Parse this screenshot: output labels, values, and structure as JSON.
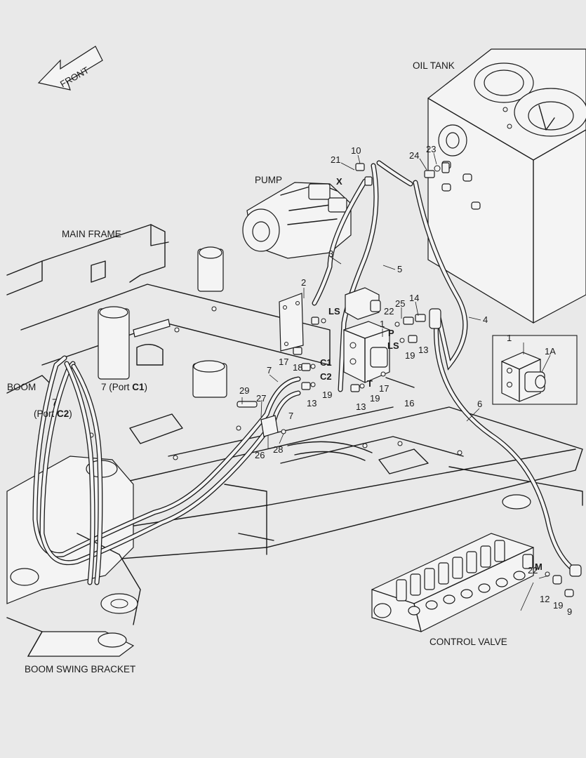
{
  "labels": {
    "front": "FRONT",
    "oil_tank": "OIL TANK",
    "pump": "PUMP",
    "main_frame": "MAIN FRAME",
    "boom": "BOOM",
    "boom_swing_bracket": "BOOM SWING BRACKET",
    "control_valve": "CONTROL VALVE",
    "port_c1_prefix": "7 (Port ",
    "port_c1_bold": "C1",
    "port_c1_suffix": ")",
    "port_c2_num": "7",
    "port_c2_prefix": "(Port ",
    "port_c2_bold": "C2",
    "port_c2_suffix": ")"
  },
  "ports": {
    "x": "X",
    "ls_top": "LS",
    "p": "P",
    "ls": "LS",
    "c1": "C1",
    "c2": "C2",
    "t": "T",
    "m": "M"
  },
  "callouts": {
    "n21": "21",
    "n10": "10",
    "n24": "24",
    "n23": "23",
    "n3": "3",
    "n5": "5",
    "n2": "2",
    "n4": "4",
    "n25": "25",
    "n22a": "22",
    "n14": "14",
    "n1": "1",
    "n19a": "19",
    "n13a": "13",
    "n17a": "17",
    "n18": "18",
    "n7a": "7",
    "n19b": "19",
    "n13b": "13",
    "n17b": "17",
    "n16": "16",
    "n13c": "13",
    "n19c": "19",
    "n29": "29",
    "n27": "27",
    "n7b": "7",
    "n26": "26",
    "n28": "28",
    "n6": "6",
    "n22b": "22",
    "n12": "12",
    "n19d": "19",
    "n9": "9",
    "inset_1": "1",
    "inset_1a": "1A"
  }
}
